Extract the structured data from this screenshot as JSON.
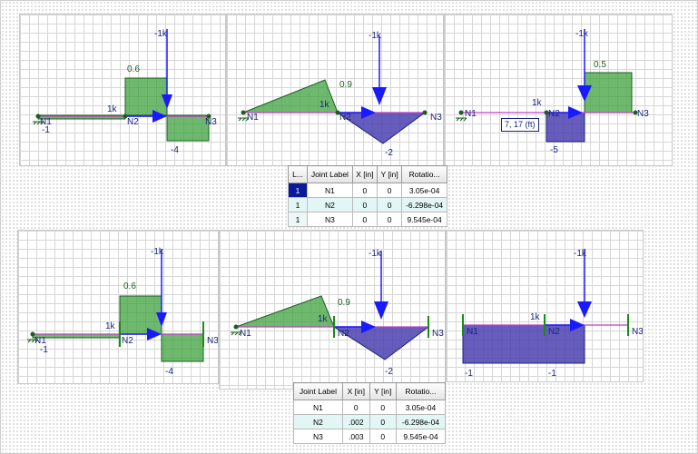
{
  "colors": {
    "moment_green": "#3ea13e",
    "moment_blue": "#4a3fb0",
    "member_line": "#c040c0",
    "arrow_blue": "#1a1aff",
    "text_dark": "#1a237e"
  },
  "loads": {
    "point_load": "-1k",
    "applied_load": "1k"
  },
  "top_row": {
    "panel1": {
      "pos_value": "0.6",
      "neg_left": "-1",
      "neg_right": "-4",
      "nodes": [
        "N1",
        "N2",
        "N3"
      ]
    },
    "panel2": {
      "pos_value": "0.9",
      "neg_value": "-2",
      "nodes": [
        "N1",
        "N2",
        "N3"
      ]
    },
    "panel3": {
      "pos_value": "0.5",
      "neg_value": "-5",
      "tooltip": "7, 17 (ft)",
      "nodes": [
        "N1",
        "N2",
        "N3"
      ]
    }
  },
  "bottom_row": {
    "panel1": {
      "pos_value": "0.6",
      "neg_left": "-1",
      "neg_right": "-4",
      "nodes": [
        "N1",
        "N2",
        "N3"
      ]
    },
    "panel2": {
      "pos_value": "0.9",
      "neg_value": "-2",
      "nodes": [
        "N1",
        "N2",
        "N3"
      ]
    },
    "panel3": {
      "neg_left": "-1",
      "neg_mid": "-1",
      "nodes": [
        "N1",
        "N2",
        "N3"
      ]
    }
  },
  "table_top": {
    "headers": [
      "L...",
      "Joint Label",
      "X [in]",
      "Y [in]",
      "Rotatio..."
    ],
    "rows": [
      [
        "1",
        "N1",
        "0",
        "0",
        "3.05e-04"
      ],
      [
        "1",
        "N2",
        "0",
        "0",
        "-6.298e-04"
      ],
      [
        "1",
        "N3",
        "0",
        "0",
        "9.545e-04"
      ]
    ]
  },
  "table_bottom": {
    "headers": [
      "Joint Label",
      "X [in]",
      "Y [in]",
      "Rotatio..."
    ],
    "rows": [
      [
        "N1",
        "0",
        "0",
        "3.05e-04"
      ],
      [
        "N2",
        ".002",
        "0",
        "-6.298e-04"
      ],
      [
        "N3",
        ".003",
        "0",
        "9.545e-04"
      ]
    ]
  }
}
